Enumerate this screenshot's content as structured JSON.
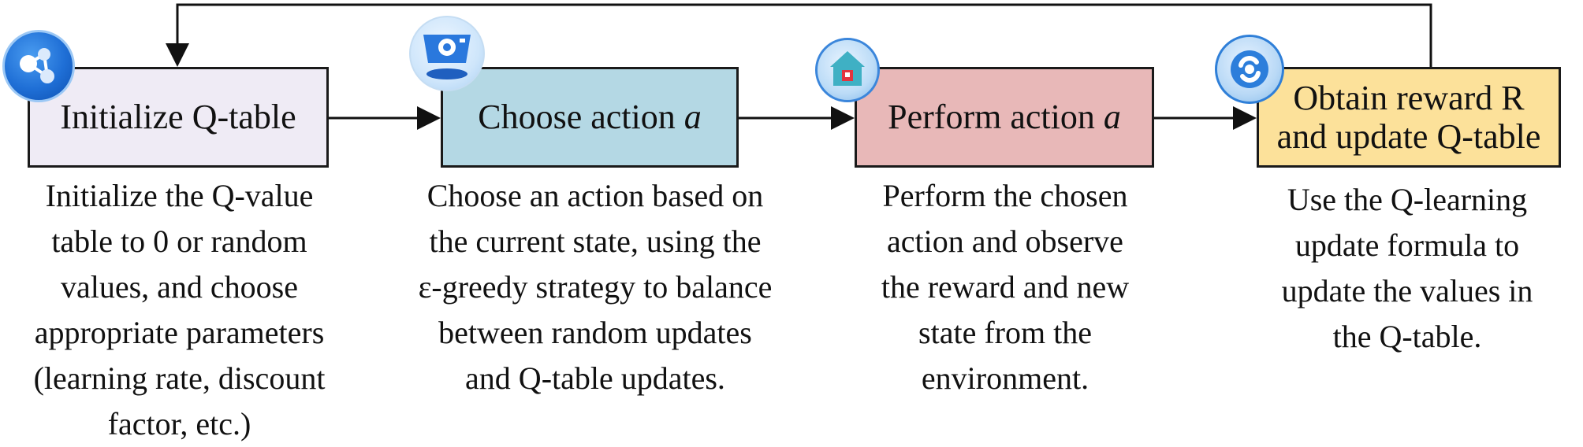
{
  "steps": [
    {
      "title_lines": [
        "Initialize Q-table"
      ],
      "description_lines": [
        "Initialize the Q-value",
        "table to 0 or random",
        "values, and choose",
        "appropriate parameters",
        "(learning rate, discount",
        "factor, etc.)"
      ],
      "fill": "#efebf5",
      "icon": "network-nodes-icon"
    },
    {
      "title_text": "Choose action ",
      "title_var": "a",
      "description_lines": [
        "Choose an action based on",
        "the current state, using the",
        "ε-greedy strategy to balance",
        "between random updates",
        "and Q-table updates."
      ],
      "fill": "#b4d8e4",
      "icon": "camera-icon"
    },
    {
      "title_text": "Perform action ",
      "title_var": "a",
      "description_lines": [
        "Perform the chosen",
        "action and observe",
        "the reward and new",
        "state from the",
        "environment."
      ],
      "fill": "#e8b8b8",
      "icon": "home-icon"
    },
    {
      "title_lines": [
        "Obtain reward R",
        "and update Q-table"
      ],
      "description_lines": [
        "Use the Q-learning",
        "update formula to",
        "update the values in",
        "the Q-table."
      ],
      "fill": "#fce19a",
      "icon": "refresh-icon"
    }
  ],
  "colors": {
    "arrow": "#111111",
    "border": "#1a1a1a"
  }
}
